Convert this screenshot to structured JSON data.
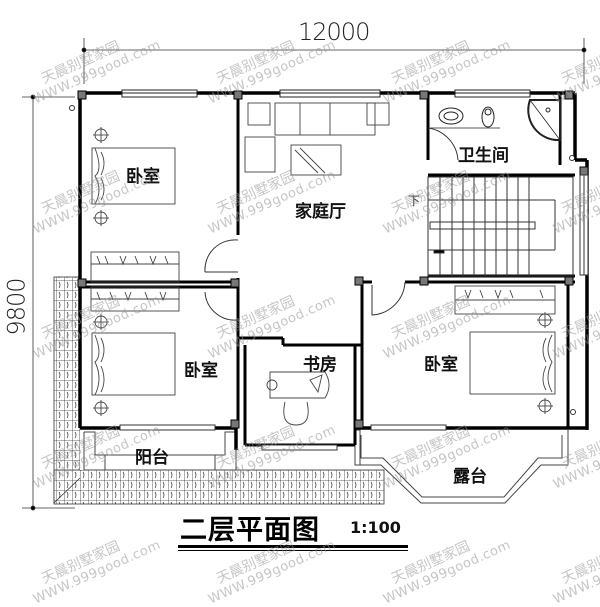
{
  "drawing": {
    "title": "二层平面图",
    "scale": "1:100",
    "dimensions": {
      "overall_width": "12000",
      "overall_depth": "9800"
    },
    "rooms": [
      {
        "id": "bedroom-nw",
        "label": "卧室"
      },
      {
        "id": "family-hall",
        "label": "家庭厅"
      },
      {
        "id": "bathroom",
        "label": "卫生间"
      },
      {
        "id": "bedroom-sw",
        "label": "卧室"
      },
      {
        "id": "study",
        "label": "书房"
      },
      {
        "id": "bedroom-se",
        "label": "卧室"
      },
      {
        "id": "balcony",
        "label": "阳台"
      },
      {
        "id": "terrace",
        "label": "露台"
      }
    ],
    "stair_marker": "下"
  },
  "watermark": {
    "line1": "天晨别墅家园",
    "line2": "WWW.999good.com"
  },
  "colors": {
    "wall": "#000000",
    "column": "#777777",
    "line": "#444444",
    "background": "#ffffff"
  }
}
